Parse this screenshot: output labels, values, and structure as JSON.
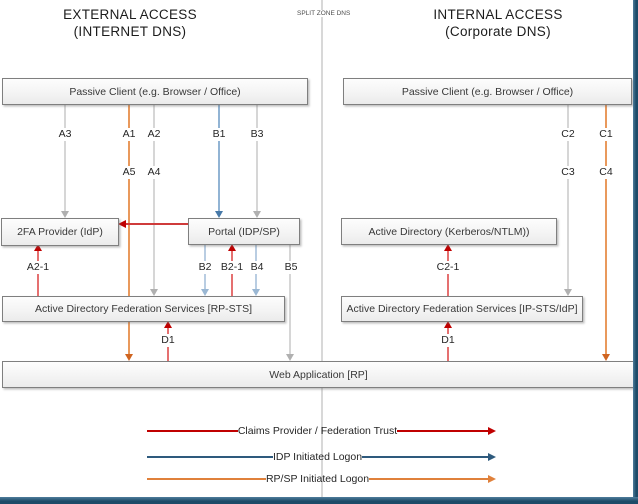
{
  "header": {
    "external_title": "EXTERNAL ACCESS",
    "external_subtitle": "(INTERNET DNS)",
    "split_zone_label": "SPLIT ZONE DNS",
    "internal_title": "INTERNAL ACCESS",
    "internal_subtitle": "(Corporate DNS)"
  },
  "boxes": {
    "passive_client_external": "Passive Client (e.g. Browser / Office)",
    "passive_client_internal": "Passive Client (e.g. Browser / Office)",
    "twofa_provider": "2FA Provider (IdP)",
    "portal": "Portal (IDP/SP)",
    "active_directory": "Active Directory (Kerberos/NTLM))",
    "adfs_external": "Active Directory Federation Services [RP-STS]",
    "adfs_internal": "Active Directory Federation Services [IP-STS/IdP]",
    "web_application": "Web Application [RP]"
  },
  "flow_labels": {
    "a1": "A1",
    "a2": "A2",
    "a3": "A3",
    "a4": "A4",
    "a5": "A5",
    "a2_1": "A2-1",
    "b1": "B1",
    "b2": "B2",
    "b2_1": "B2-1",
    "b3": "B3",
    "b4": "B4",
    "b5": "B5",
    "c1": "C1",
    "c2": "C2",
    "c3": "C3",
    "c4": "C4",
    "c2_1": "C2-1",
    "d1_external": "D1",
    "d1_internal": "D1"
  },
  "legend": [
    {
      "label": "Claims Provider / Federation Trust",
      "color": "#c00000"
    },
    {
      "label": "IDP Initiated Logon",
      "color": "#2e5a7d"
    },
    {
      "label": "RP/SP Initiated Logon",
      "color": "#e0813b"
    }
  ],
  "colors": {
    "claims_trust_red": "#c00000",
    "light_red_line": "#e57070",
    "idp_logon_blue": "#2e5a7d",
    "light_blue_line": "#92b4d4",
    "pale_blue_line": "#b9cde2",
    "rpsp_logon_orange": "#e0813b",
    "orange_line": "#e9995c",
    "passive_flow_gray": "#d6d6d6",
    "gray_arrow": "#b0b0b0",
    "divider_gray": "#d8d8d8",
    "frame_navy": "#1d4b68"
  },
  "edges": [
    {
      "id": "A3",
      "from": "passive_client_external",
      "to": "twofa_provider",
      "style": "gray"
    },
    {
      "id": "A1/A5",
      "from": "passive_client_external",
      "to": "web_application",
      "style": "orange"
    },
    {
      "id": "A2/A4",
      "from": "passive_client_external",
      "to": "adfs_external",
      "style": "gray"
    },
    {
      "id": "B1",
      "from": "passive_client_external",
      "to": "portal",
      "style": "blue"
    },
    {
      "id": "B3",
      "from": "passive_client_external",
      "to": "portal",
      "style": "gray"
    },
    {
      "id": "B2",
      "from": "portal",
      "to": "adfs_external",
      "style": "pale-blue"
    },
    {
      "id": "B4",
      "from": "portal",
      "to": "adfs_external",
      "style": "pale-blue"
    },
    {
      "id": "B5",
      "from": "portal",
      "to": "web_application",
      "style": "gray"
    },
    {
      "id": "A2-1",
      "from": "adfs_external",
      "to": "twofa_provider",
      "style": "red"
    },
    {
      "id": "B2-1",
      "from": "adfs_external",
      "to": "portal",
      "style": "red"
    },
    {
      "id": "claims-trust",
      "from": "portal",
      "to": "twofa_provider",
      "style": "red"
    },
    {
      "id": "D1",
      "from": "web_application",
      "to": "adfs_external",
      "style": "red"
    },
    {
      "id": "C2/C3",
      "from": "passive_client_internal",
      "to": "adfs_internal",
      "style": "gray"
    },
    {
      "id": "C1/C4",
      "from": "passive_client_internal",
      "to": "web_application",
      "style": "orange"
    },
    {
      "id": "C2-1",
      "from": "adfs_internal",
      "to": "active_directory",
      "style": "red"
    },
    {
      "id": "D1",
      "from": "web_application",
      "to": "adfs_internal",
      "style": "red"
    }
  ]
}
